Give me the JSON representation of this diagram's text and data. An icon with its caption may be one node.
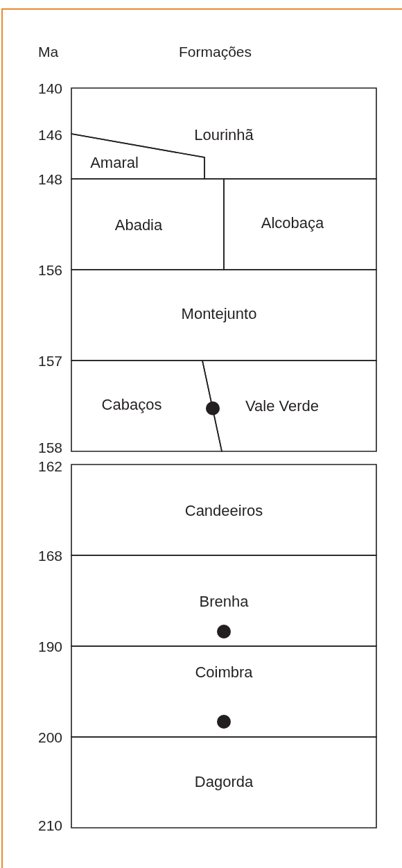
{
  "diagram": {
    "nodes": [
      {
        "text": [
          "Lourinhã"
        ]
      },
      {
        "text": [
          "Amaral"
        ]
      },
      {
        "text": [
          "Abadia"
        ]
      },
      {
        "text": [
          "Alcobaça"
        ]
      },
      {
        "text": [
          "Montejunto"
        ]
      },
      {
        "text": [
          "Cabaços"
        ]
      },
      {
        "text": [
          "Vale Verde"
        ]
      },
      {
        "text": [
          "Candeeiros"
        ]
      },
      {
        "text": [
          "Brenha"
        ]
      },
      {
        "text": [
          "Coimbra"
        ]
      },
      {
        "text": [
          "Dagorda"
        ]
      }
    ],
    "edges": [],
    "labels": [
      "Ma",
      "Formações",
      "140",
      "146",
      "148",
      "156",
      "157",
      "158",
      "162",
      "168",
      "190",
      "200",
      "210"
    ]
  }
}
